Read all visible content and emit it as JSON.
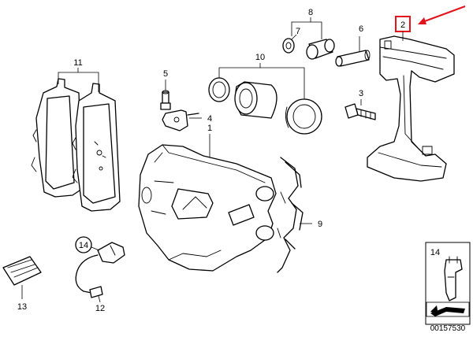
{
  "callouts": {
    "n1": "1",
    "n2": "2",
    "n3": "3",
    "n4": "4",
    "n5": "5",
    "n6": "6",
    "n7": "7",
    "n8": "8",
    "n9": "9",
    "n10": "10",
    "n11": "11",
    "n12": "12",
    "n13": "13",
    "n14": "14"
  },
  "inset": {
    "label": "14",
    "code": "00157530"
  },
  "colors": {
    "highlight": "#e3121b",
    "line": "#000000"
  }
}
